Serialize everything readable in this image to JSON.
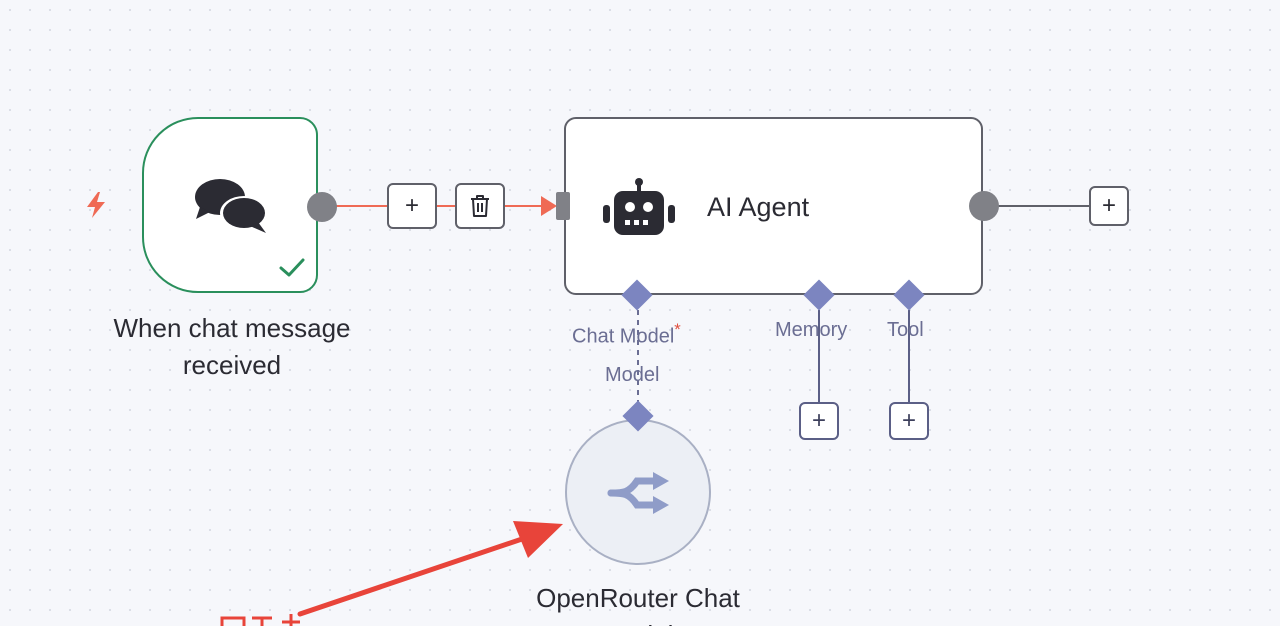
{
  "nodes": {
    "trigger": {
      "label_line1": "When chat message",
      "label_line2": "received",
      "icon": "chat-bubbles-icon",
      "status_icon": "check-icon",
      "trigger_icon": "lightning-bolt-icon"
    },
    "agent": {
      "title": "AI Agent",
      "icon": "robot-icon",
      "handles": {
        "chat_model": "Chat Model",
        "required_marker": "*",
        "memory": "Memory",
        "tool": "Tool"
      }
    },
    "model": {
      "label_line1": "OpenRouter Chat",
      "label_line2": "Model",
      "input_label": "Model",
      "icon": "openrouter-icon"
    }
  },
  "buttons": {
    "add": "+",
    "delete_icon": "trash-icon"
  },
  "colors": {
    "accent_connection": "#ef6a55",
    "success": "#2a8f5c",
    "handle_purple": "#7c85c0",
    "annotation_arrow": "#e8443a"
  }
}
